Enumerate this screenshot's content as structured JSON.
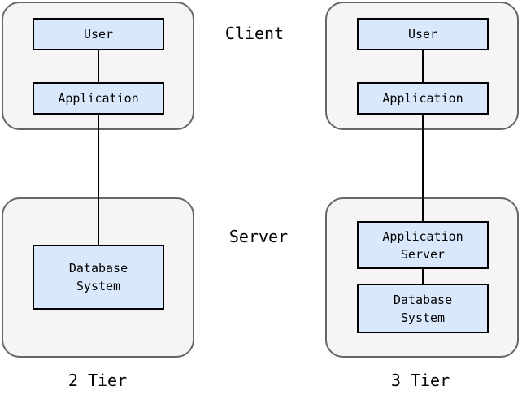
{
  "colors": {
    "node_fill": "#dae8fc",
    "node_border": "#000000",
    "container_fill": "#f5f5f5",
    "container_border": "#666666",
    "connector": "#000000"
  },
  "zone_labels": {
    "client": "Client",
    "server": "Server"
  },
  "left": {
    "caption": "2 Tier",
    "client_nodes": {
      "user": "User",
      "application": "Application"
    },
    "server_nodes": {
      "database": "Database\nSystem"
    }
  },
  "right": {
    "caption": "3 Tier",
    "client_nodes": {
      "user": "User",
      "application": "Application"
    },
    "server_nodes": {
      "app_server": "Application\nServer",
      "database": "Database\nSystem"
    }
  }
}
